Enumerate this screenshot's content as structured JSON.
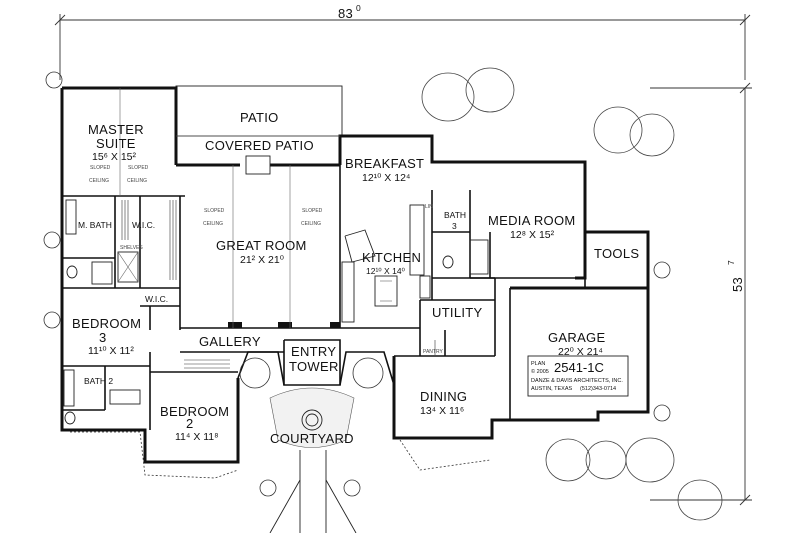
{
  "dimensions": {
    "width_label": "83",
    "width_sup": "0",
    "depth_label": "53",
    "depth_sup": "7"
  },
  "rooms": {
    "master_suite": {
      "name_line1": "MASTER",
      "name_line2": "SUITE",
      "size": "15⁶ X 15²"
    },
    "patio": {
      "name": "PATIO"
    },
    "covered_patio": {
      "name": "COVERED PATIO"
    },
    "breakfast": {
      "name": "BREAKFAST",
      "size": "12¹⁰ X 12⁴"
    },
    "media_room": {
      "name": "MEDIA ROOM",
      "size": "12⁸ X 15²"
    },
    "tools": {
      "name": "TOOLS"
    },
    "bath_3": {
      "name": "BATH",
      "num": "3"
    },
    "lin": {
      "name": "LIN"
    },
    "kitchen": {
      "name": "KITCHEN",
      "size": "12¹⁰ X 14⁰"
    },
    "great_room": {
      "name": "GREAT ROOM",
      "size": "21² X 21⁰"
    },
    "m_bath": {
      "name": "M. BATH"
    },
    "wic_1": {
      "name": "W.I.C."
    },
    "shelves": {
      "name": "SHELVES"
    },
    "wic_2": {
      "name": "W.I.C."
    },
    "bedroom_3": {
      "name": "BEDROOM",
      "num": "3",
      "size": "11¹⁰ X 11²"
    },
    "utility": {
      "name": "UTILITY"
    },
    "pantry": {
      "name": "PANTRY"
    },
    "garage": {
      "name": "GARAGE",
      "size": "22⁰ X 21⁴"
    },
    "gallery": {
      "name": "GALLERY"
    },
    "entry_tower": {
      "name_line1": "ENTRY",
      "name_line2": "TOWER"
    },
    "bath_2": {
      "name": "BATH 2"
    },
    "bedroom_2": {
      "name": "BEDROOM",
      "num": "2",
      "size": "11⁴ X 11⁸"
    },
    "dining": {
      "name": "DINING",
      "size": "13⁴ X 11⁶"
    },
    "courtyard": {
      "name": "COURTYARD"
    }
  },
  "ceiling_notes": {
    "sloped": "SLOPED",
    "ceiling": "CEILING"
  },
  "plan_box": {
    "plan_label": "PLAN",
    "plan_number": "2541-1C",
    "copyright": "© 2005",
    "firm": "DANZE & DAVIS ARCHITECTS, INC.",
    "location": "AUSTIN, TEXAS",
    "phone": "(512)343-0714"
  }
}
